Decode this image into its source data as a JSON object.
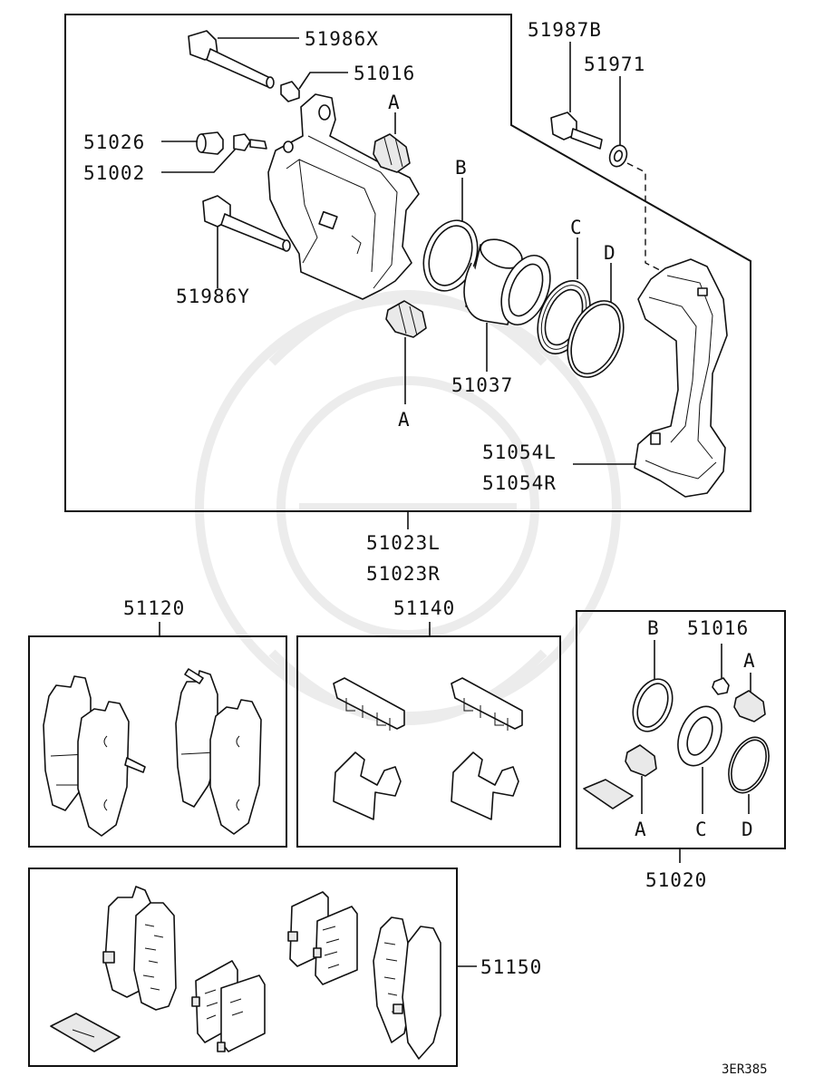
{
  "assembly": {
    "caliper_assy_left": "51023L",
    "caliper_assy_right": "51023R",
    "caliper_box": {
      "guide_pin_upper": "51986X",
      "bushing_top": "51016",
      "bleeder_cap": "51026",
      "bleeder_screw": "51002",
      "guide_pin_lower": "51986Y",
      "boot_upper": "A",
      "boot_lower": "A",
      "piston_seal_ref": "B",
      "dust_seal_ref": "C",
      "ring_ref": "D",
      "piston": "51037",
      "bolt": "51987B",
      "washer": "51971",
      "support_left": "51054L",
      "support_right": "51054R"
    }
  },
  "pad_set": {
    "part_no": "51120"
  },
  "clip_set": {
    "part_no": "51140"
  },
  "seal_kit": {
    "part_no": "51020",
    "ref_b": "B",
    "bushing": "51016",
    "ref_a_top": "A",
    "ref_a_bottom": "A",
    "ref_c": "C",
    "ref_d": "D"
  },
  "shim_kit": {
    "part_no": "51150"
  },
  "diagram_code": "3ER385"
}
